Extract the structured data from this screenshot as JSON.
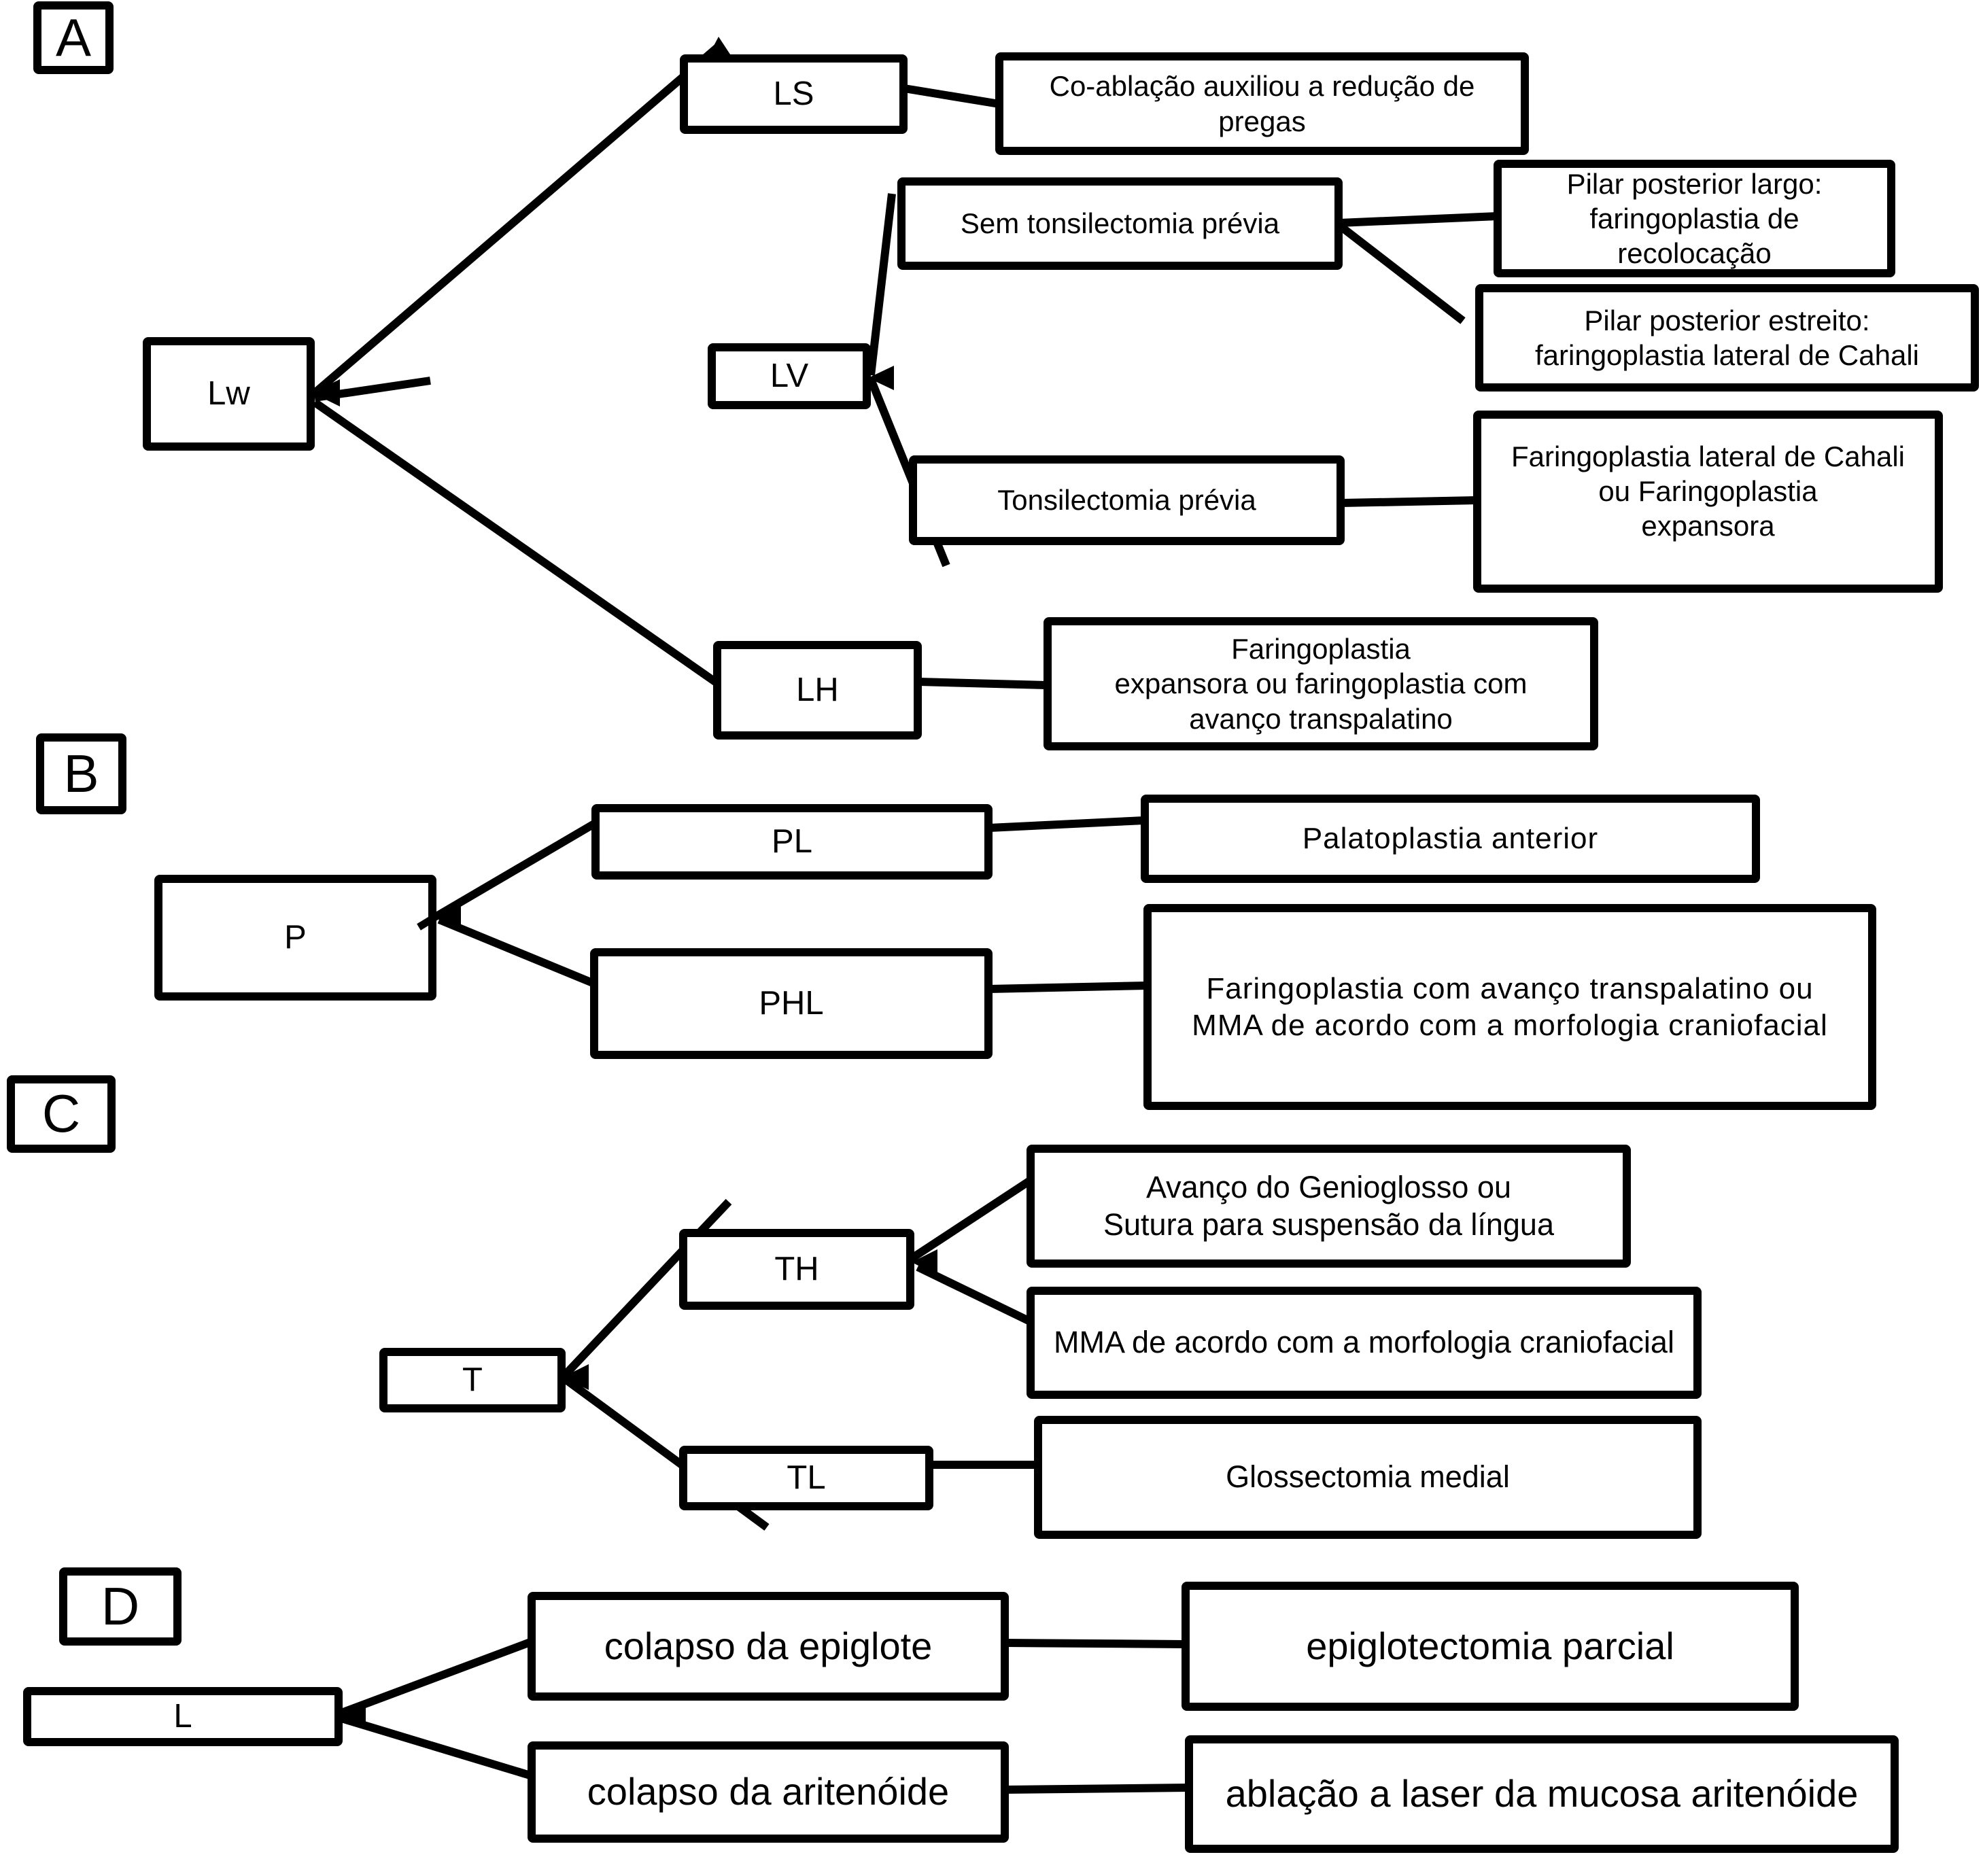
{
  "colors": {
    "ink": "#000000",
    "paper": "#ffffff"
  },
  "panels": {
    "a": {
      "label": "A",
      "nodes": {
        "lw": {
          "label": "Lw"
        },
        "ls": {
          "label": "LS"
        },
        "lv": {
          "label": "LV"
        },
        "lh": {
          "label": "LH"
        },
        "ls_outcome": {
          "label": "Co-ablação auxiliou a redução de\npregas"
        },
        "no_prior_tonsillectomy": {
          "label": "Sem tonsilectomia prévia"
        },
        "wide_pillar_outcome": {
          "label": "Pilar posterior largo:\nfaringoplastia de\nrecolocação"
        },
        "narrow_pillar_outcome": {
          "label": "Pilar posterior estreito:\nfaringoplastia lateral de Cahali"
        },
        "prior_tonsillectomy": {
          "label": "Tonsilectomia prévia"
        },
        "prior_tonsillectomy_outcome": {
          "label": "Faringoplastia lateral de Cahali\nou Faringoplastia\nexpansora"
        },
        "lh_outcome": {
          "label": "Faringoplastia\nexpansora ou faringoplastia com\navanço transpalatino"
        }
      },
      "edges": [
        {
          "from": "Lw",
          "to": "LS"
        },
        {
          "from": "Lw",
          "to": "LV"
        },
        {
          "from": "Lw",
          "to": "LH"
        },
        {
          "from": "LS",
          "to": "Co-ablação auxiliou a redução de pregas"
        },
        {
          "from": "LV",
          "to": "Sem tonsilectomia prévia"
        },
        {
          "from": "LV",
          "to": "Tonsilectomia prévia"
        },
        {
          "from": "Sem tonsilectomia prévia",
          "to": "Pilar posterior largo: faringoplastia de recolocação"
        },
        {
          "from": "Sem tonsilectomia prévia",
          "to": "Pilar posterior estreito: faringoplastia lateral de Cahali"
        },
        {
          "from": "Tonsilectomia prévia",
          "to": "Faringoplastia lateral de Cahali ou Faringoplastia expansora"
        },
        {
          "from": "LH",
          "to": "Faringoplastia expansora ou faringoplastia com avanço transpalatino"
        }
      ]
    },
    "b": {
      "label": "B",
      "nodes": {
        "p": {
          "label": "P"
        },
        "pl": {
          "label": "PL"
        },
        "phl": {
          "label": "PHL"
        },
        "pl_outcome": {
          "label": "Palatoplastia anterior"
        },
        "phl_outcome": {
          "label": "Faringoplastia com avanço transpalatino ou\nMMA de acordo com a morfologia craniofacial"
        }
      },
      "edges": [
        {
          "from": "P",
          "to": "PL"
        },
        {
          "from": "P",
          "to": "PHL"
        },
        {
          "from": "PL",
          "to": "Palatoplastia anterior"
        },
        {
          "from": "PHL",
          "to": "Faringoplastia com avanço transpalatino ou MMA de acordo com a morfologia craniofacial"
        }
      ]
    },
    "c": {
      "label": "C",
      "nodes": {
        "t": {
          "label": "T"
        },
        "th": {
          "label": "TH"
        },
        "tl": {
          "label": "TL"
        },
        "th_outcome_1": {
          "label": "Avanço do Genioglosso ou\nSutura para suspensão da língua"
        },
        "th_outcome_2": {
          "label": "MMA de acordo com a morfologia craniofacial"
        },
        "tl_outcome": {
          "label": "Glossectomia medial"
        }
      },
      "edges": [
        {
          "from": "T",
          "to": "TH"
        },
        {
          "from": "T",
          "to": "TL"
        },
        {
          "from": "TH",
          "to": "Avanço do Genioglosso ou Sutura para suspensão da língua"
        },
        {
          "from": "TH",
          "to": "MMA de acordo com a morfologia craniofacial"
        },
        {
          "from": "TL",
          "to": "Glossectomia medial"
        }
      ]
    },
    "d": {
      "label": "D",
      "nodes": {
        "l": {
          "label": "L"
        },
        "epiglottis_collapse": {
          "label": "colapso da epiglote"
        },
        "epiglottis_outcome": {
          "label": "epiglotectomia parcial"
        },
        "arytenoid_collapse": {
          "label": "colapso da aritenóide"
        },
        "arytenoid_outcome": {
          "label": "ablação a laser da mucosa aritenóide"
        }
      },
      "edges": [
        {
          "from": "L",
          "to": "colapso da epiglote"
        },
        {
          "from": "L",
          "to": "colapso da aritenóide"
        },
        {
          "from": "colapso da epiglote",
          "to": "epiglotectomia parcial"
        },
        {
          "from": "colapso da aritenóide",
          "to": "ablação a laser da mucosa aritenóide"
        }
      ]
    }
  }
}
